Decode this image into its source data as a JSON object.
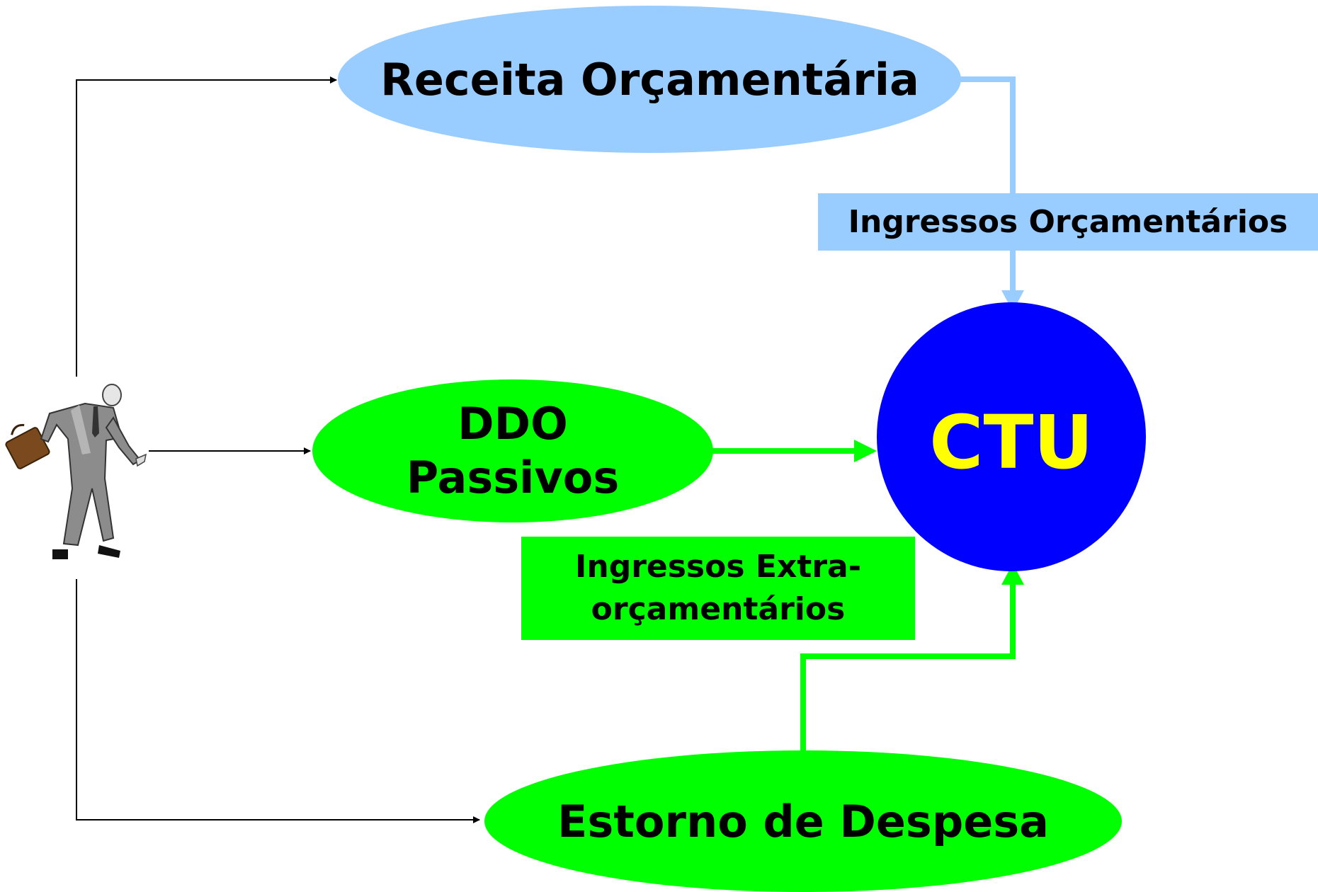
{
  "nodes": {
    "receita": {
      "label": "Receita Orçamentária"
    },
    "ddo": {
      "line1": "DDO",
      "line2": "Passivos"
    },
    "estorno": {
      "label": "Estorno de Despesa"
    },
    "ctu": {
      "label": "CTU"
    }
  },
  "edge_labels": {
    "ingressos_orcamentarios": "Ingressos Orçamentários",
    "ingressos_extra_line1": "Ingressos Extra-",
    "ingressos_extra_line2": "orçamentários"
  },
  "actor": {
    "icon": "businessman-with-briefcase-icon"
  },
  "colors": {
    "receita_fill": "#99ccff",
    "green_fill": "#00ff00",
    "ctu_fill": "#0000ff",
    "ctu_text": "#ffff00",
    "blue_connector": "#99ccff",
    "green_connector": "#00ff00",
    "thin_arrow": "#000000"
  }
}
